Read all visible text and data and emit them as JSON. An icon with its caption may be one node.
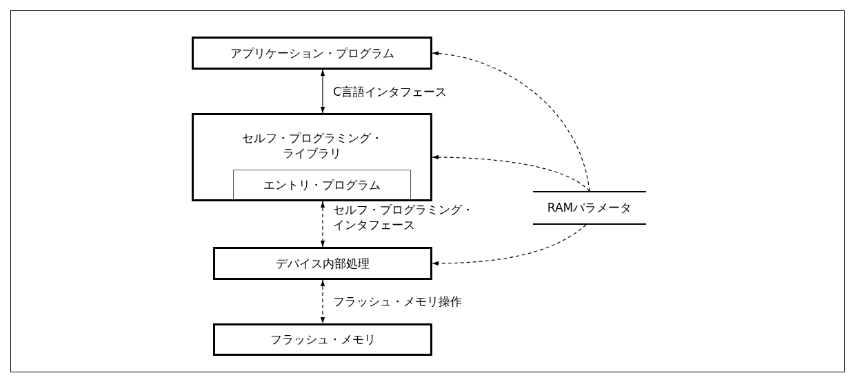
{
  "diagram": {
    "nodes": [
      {
        "text": [
          "アプリケーション・プログラム"
        ]
      },
      {
        "text": [
          "セルフ・プログラミング・ライブラリ"
        ]
      },
      {
        "text": [
          "エントリ・プログラム"
        ],
        "in": 1
      },
      {
        "text": [
          "デバイス内部処理"
        ]
      },
      {
        "text": [
          "フラッシュ・メモリ"
        ]
      },
      {
        "text": [
          "RAMパラメータ"
        ]
      }
    ],
    "edges": [
      {
        "from": 0,
        "to": 1,
        "arrow": "both",
        "label": "C言語インタフェース"
      },
      {
        "from": 1,
        "to": 3,
        "arrow": "both",
        "label": "セルフ・プログラミング・インタフェース",
        "style": "dashed"
      },
      {
        "from": 3,
        "to": 4,
        "arrow": "both",
        "label": "フラッシュ・メモリ操作",
        "style": "dashed"
      },
      {
        "from": 5,
        "to": 0,
        "arrow": "to",
        "style": "dashed"
      },
      {
        "from": 5,
        "to": 1,
        "arrow": "to",
        "style": "dashed"
      },
      {
        "from": 5,
        "to": 3,
        "arrow": "to",
        "style": "dashed"
      }
    ]
  }
}
